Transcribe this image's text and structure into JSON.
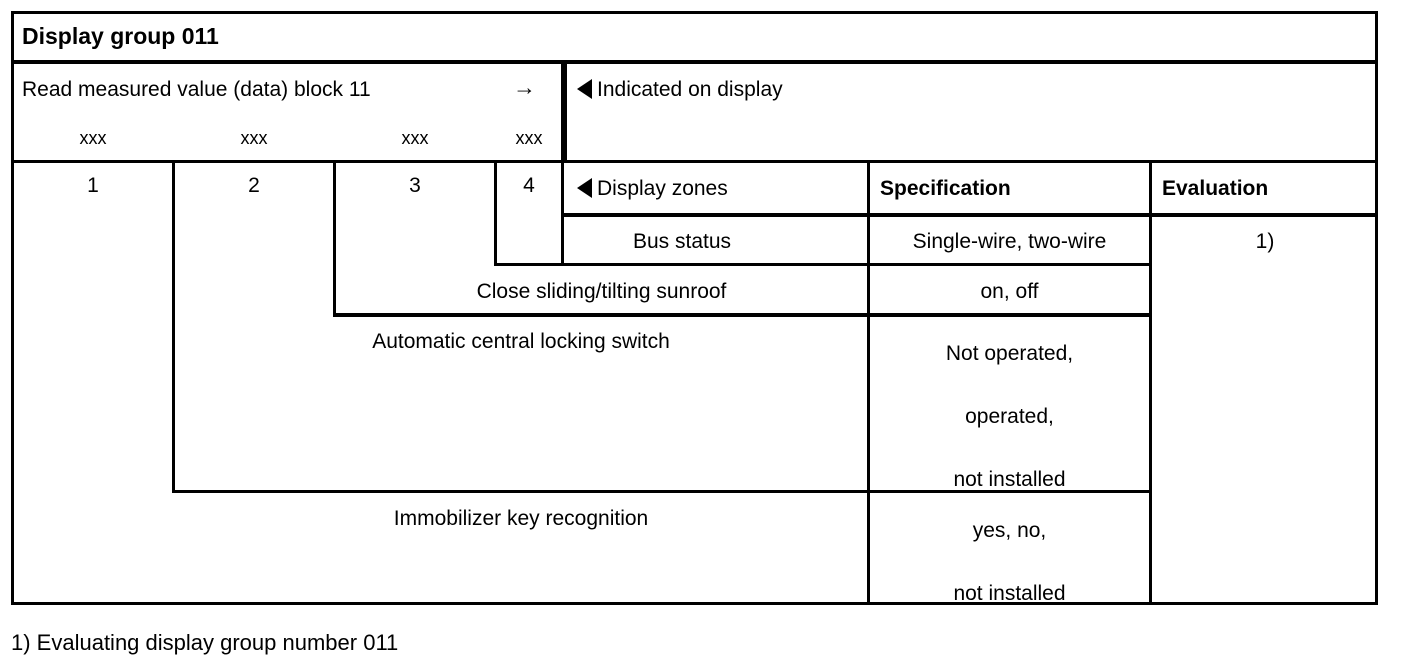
{
  "document": {
    "title": "Display group 011",
    "footnote": "1) Evaluating display group number 011"
  },
  "read_row": {
    "label": "Read measured value (data) block 11",
    "arrow_icon": "right-arrow",
    "indicated_label": "Indicated on display",
    "indicated_icon": "left-triangle-icon"
  },
  "placeholder_values": [
    "xxx",
    "xxx",
    "xxx",
    "xxx"
  ],
  "zone_numbers": [
    "1",
    "2",
    "3",
    "4"
  ],
  "headers": {
    "display_zones": "Display zones",
    "display_zones_icon": "left-triangle-icon",
    "specification": "Specification",
    "evaluation": "Evaluation"
  },
  "rows": [
    {
      "zone": "4",
      "display_zone": "Bus status",
      "specification": [
        "Single-wire, two-wire"
      ],
      "evaluation": "1)"
    },
    {
      "zone": "3",
      "display_zone": "Close sliding/tilting sunroof",
      "specification": [
        "on, off"
      ],
      "evaluation": ""
    },
    {
      "zone": "2",
      "display_zone": "Automatic central locking switch",
      "specification": [
        "Not operated,",
        "operated,",
        "not installed"
      ],
      "evaluation": ""
    },
    {
      "zone": "1",
      "display_zone": "Immobilizer key recognition",
      "specification": [
        "yes, no,",
        "not installed"
      ],
      "evaluation": ""
    }
  ],
  "colors": {
    "line": "#000000",
    "text": "#000000",
    "background": "#ffffff"
  }
}
